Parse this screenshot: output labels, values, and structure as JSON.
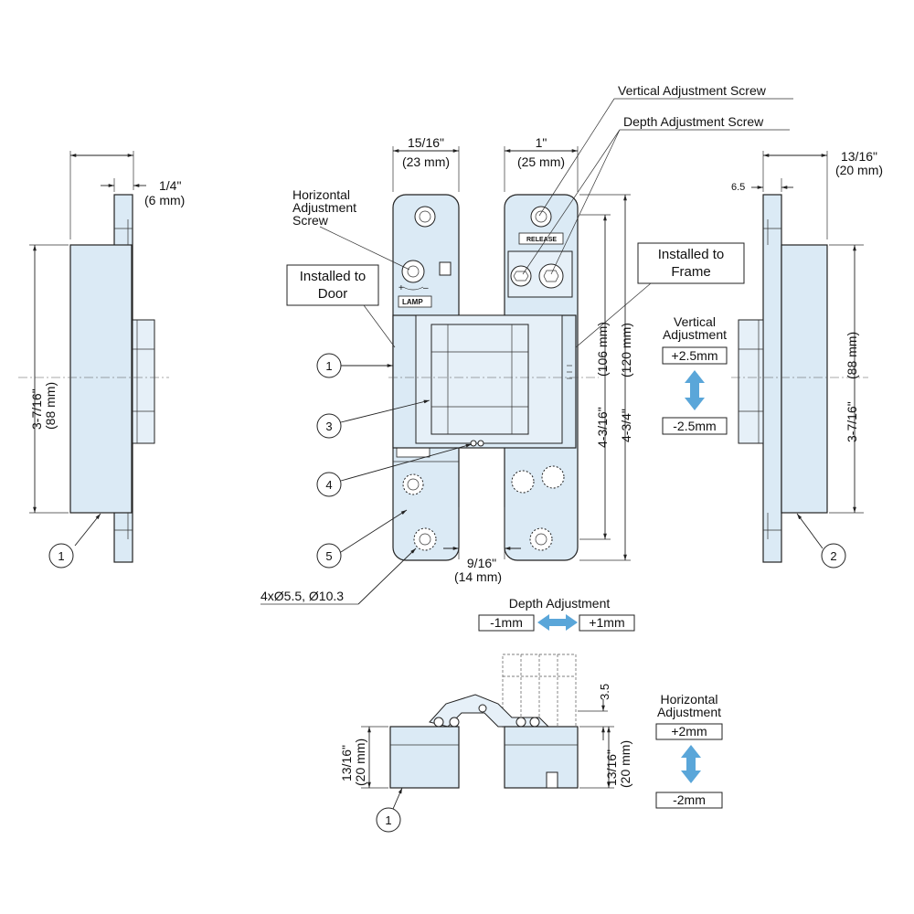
{
  "labels": {
    "vertical_screw": "Vertical Adjustment Screw",
    "depth_screw": "Depth Adjustment Screw",
    "horizontal_screw_1": "Horizontal",
    "horizontal_screw_2": "Adjustment",
    "horizontal_screw_3": "Screw",
    "installed_door_1": "Installed to",
    "installed_door_2": "Door",
    "installed_frame_1": "Installed to",
    "installed_frame_2": "Frame",
    "holes": "4xØ5.5, Ø10.3",
    "release": "RELEASE",
    "brand": "LAMP"
  },
  "dimensions": {
    "w_door_in": "15/16\"",
    "w_door_mm": "(23 mm)",
    "w_frame_in": "1\"",
    "w_frame_mm": "(25 mm)",
    "left_thick_in": "1/4\"",
    "left_thick_mm": "(6 mm)",
    "left_height_in": "3-7/16\"",
    "left_height_mm": "(88 mm)",
    "right_thick_in": "13/16\"",
    "right_thick_mm": "(20 mm)",
    "right_offset": "6.5",
    "right_height_in": "3-7/16\"",
    "right_height_mm": "(88 mm)",
    "h106_in": "4-3/16\"",
    "h106_mm": "(106 mm)",
    "h120_in": "4-3/4\"",
    "h120_mm": "(120 mm)",
    "gap_in": "9/16\"",
    "gap_mm": "(14 mm)",
    "depth_small": "3.5",
    "bottom_left_in": "13/16\"",
    "bottom_left_mm": "(20 mm)",
    "bottom_right_in": "13/16\"",
    "bottom_right_mm": "(20 mm)"
  },
  "adjustments": {
    "vertical_title_1": "Vertical",
    "vertical_title_2": "Adjustment",
    "vertical_plus": "+2.5mm",
    "vertical_minus": "-2.5mm",
    "depth_title": "Depth Adjustment",
    "depth_minus": "-1mm",
    "depth_plus": "+1mm",
    "horizontal_title_1": "Horizontal",
    "horizontal_title_2": "Adjustment",
    "horizontal_plus": "+2mm",
    "horizontal_minus": "-2mm"
  },
  "callouts": {
    "c1": "1",
    "c3": "3",
    "c4": "4",
    "c5": "5",
    "c1_left": "1",
    "c2_right": "2",
    "c1_bottom": "1"
  },
  "colors": {
    "part_fill": "#dbeaf5",
    "arrow": "#5aa6d9"
  }
}
